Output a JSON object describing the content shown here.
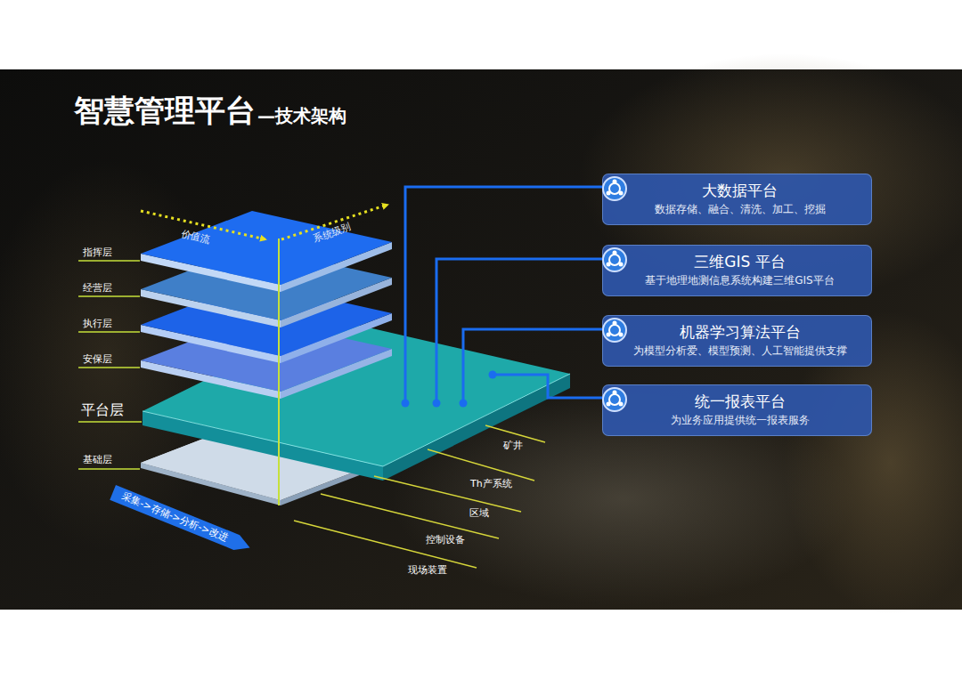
{
  "diagram": {
    "title": "智慧管理平台",
    "nodes": [
      {
        "text": [
          "大数据平台",
          "数据存储、融合、清洗、加工、挖掘"
        ]
      },
      {
        "text": [
          "三维GIS 平台",
          "基于地理地测信息系统构建三维GIS平台"
        ]
      },
      {
        "text": [
          "机器学习算法平台",
          "为模型分析爱、模型预测、人工智能提供支撑"
        ]
      },
      {
        "text": [
          "统一报表平台",
          "为业务应用提供统一报表服务"
        ]
      }
    ],
    "labels": [
      "—技术架构",
      "价值流",
      "系统级别",
      "指挥层",
      "经营层",
      "执行层",
      "安保层",
      "平台层",
      "基础层",
      "采集->存储->分析->改进",
      "矿井",
      "Th产系统",
      "区域",
      "控制设备",
      "现场装置"
    ]
  }
}
